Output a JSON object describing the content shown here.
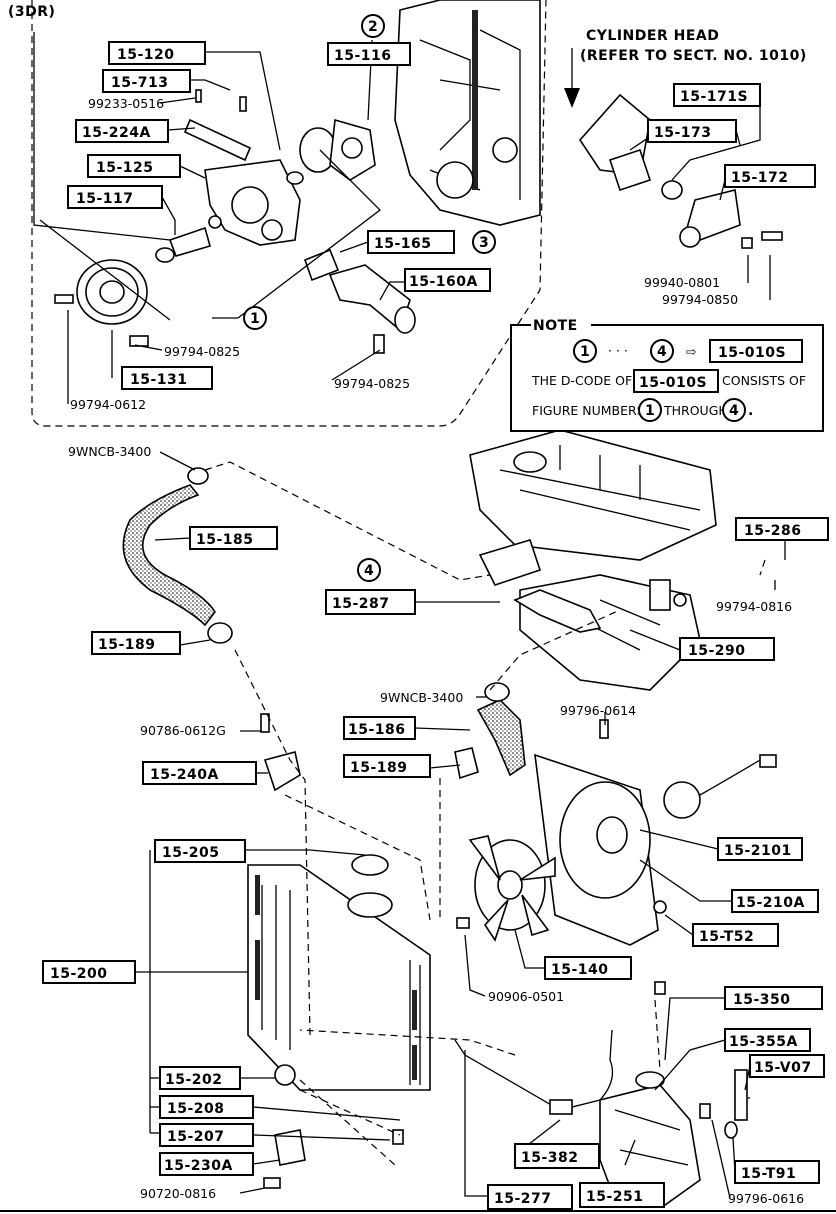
{
  "variant_label": "(3DR)",
  "header": {
    "cylinder_head_line1": "CYLINDER HEAD",
    "cylinder_head_line2": "(REFER TO SECT. NO. 1010)"
  },
  "note": {
    "title": "NOTE",
    "row1_n1": "1",
    "row1_dots": "· · ·",
    "row1_n2": "4",
    "row1_arrow": "⇨",
    "row1_code": "15-010S",
    "row2_pre": "THE D-CODE OF",
    "row2_code": "15-010S",
    "row2_post": "CONSISTS OF",
    "row3_pre": "FIGURE NUMBERS",
    "row3_n1": "1",
    "row3_mid": "THROUGH",
    "row3_n2": "4",
    "row3_end": "."
  },
  "figure_numbers": {
    "n1": "1",
    "n2": "2",
    "n3": "3",
    "n4": "4"
  },
  "boxed_parts": {
    "p15_120": "15-120",
    "p15_713": "15-713",
    "p15_224A": "15-224A",
    "p15_125": "15-125",
    "p15_117": "15-117",
    "p15_116": "15-116",
    "p15_165": "15-165",
    "p15_160A": "15-160A",
    "p15_131": "15-131",
    "p15_171S": "15-171S",
    "p15_173": "15-173",
    "p15_172": "15-172",
    "p15_185": "15-185",
    "p15_286": "15-286",
    "p15_287": "15-287",
    "p15_189a": "15-189",
    "p15_290": "15-290",
    "p15_186": "15-186",
    "p15_189b": "15-189",
    "p15_240A": "15-240A",
    "p15_205": "15-205",
    "p15_2101": "15-2101",
    "p15_210A": "15-210A",
    "p15_T52": "15-T52",
    "p15_200": "15-200",
    "p15_140": "15-140",
    "p15_350": "15-350",
    "p15_355A": "15-355A",
    "p15_V07": "15-V07",
    "p15_202": "15-202",
    "p15_208": "15-208",
    "p15_207": "15-207",
    "p15_230A": "15-230A",
    "p15_382": "15-382",
    "p15_T91": "15-T91",
    "p15_277": "15-277",
    "p15_251": "15-251"
  },
  "plain_parts": {
    "b99233_0516": "99233-0516",
    "b99794_0825a": "99794-0825",
    "b99794_0825b": "99794-0825",
    "b99794_0612": "99794-0612",
    "b99940_0801": "99940-0801",
    "b99794_0850": "99794-0850",
    "b9WNCB_3400a": "9WNCB-3400",
    "b99794_0816": "99794-0816",
    "b9WNCB_3400b": "9WNCB-3400",
    "b99796_0614": "99796-0614",
    "b90786_0612G": "90786-0612G",
    "b90906_0501": "90906-0501",
    "b90720_0816": "90720-0816",
    "b99796_0616": "99796-0616"
  }
}
